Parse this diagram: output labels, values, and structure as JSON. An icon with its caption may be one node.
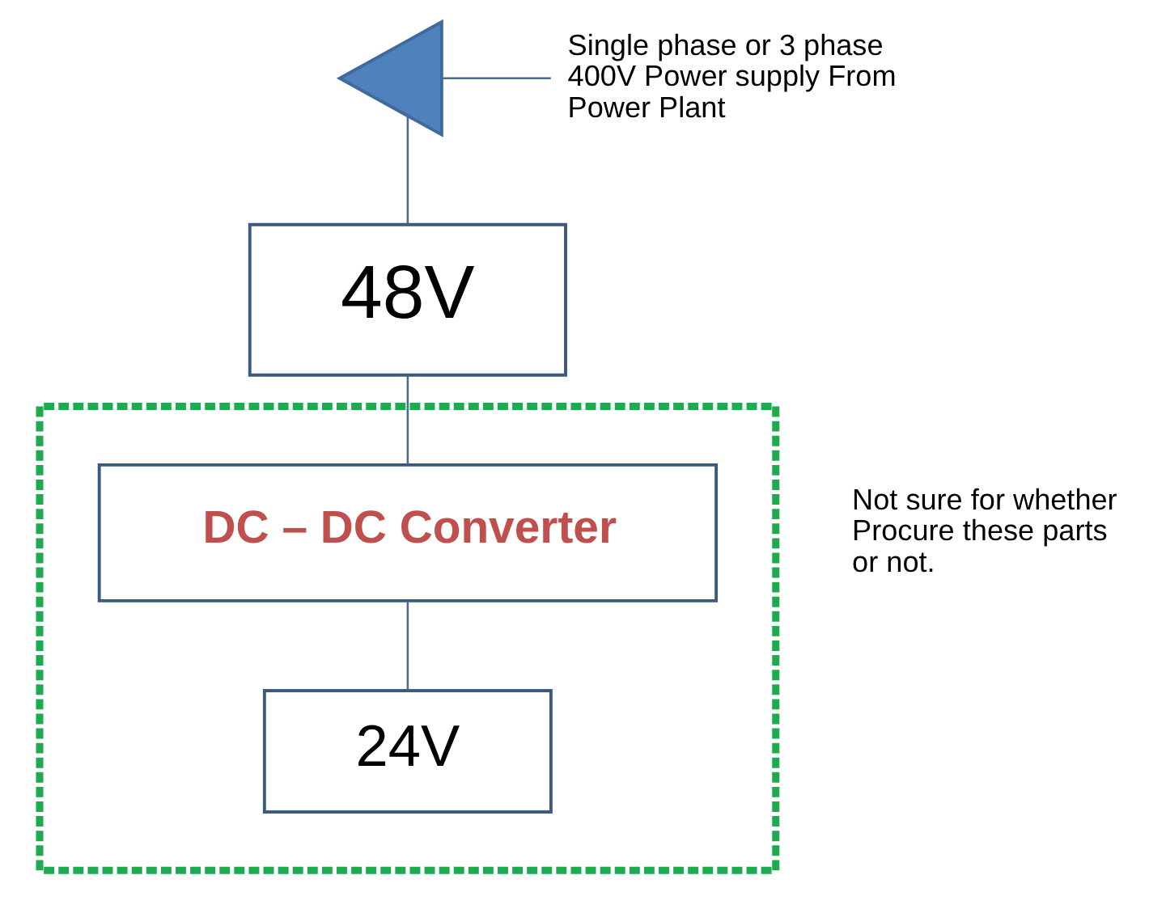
{
  "diagram": {
    "nodes": [
      {
        "text": [],
        "shape": "triangle"
      },
      {
        "text": [
          "Single phase or 3 phase 400V Power supply From Power Plant"
        ]
      },
      {
        "text": [
          "48V"
        ]
      },
      {
        "text": [],
        "shape": "box",
        "beside": [
          "Not sure for whether Procure these parts or not."
        ]
      },
      {
        "text": [
          "DC – DC Converter"
        ],
        "in": 3
      },
      {
        "text": [
          "24V"
        ],
        "in": 3
      }
    ],
    "edges": [
      {
        "from": 0,
        "to": 1,
        "arrow": "none"
      },
      {
        "from": 0,
        "to": 2,
        "arrow": "none"
      },
      {
        "from": 2,
        "to": 4,
        "arrow": "none"
      },
      {
        "from": 4,
        "to": 5,
        "arrow": "none"
      }
    ]
  }
}
